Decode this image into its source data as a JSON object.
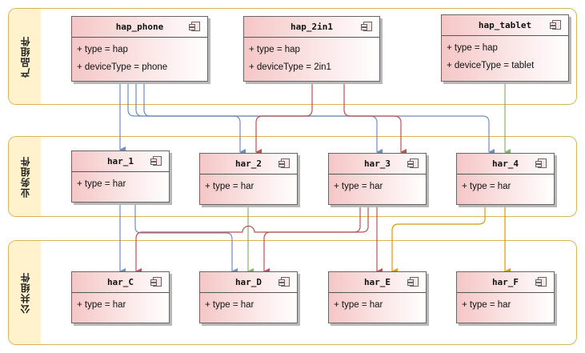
{
  "lanes": [
    {
      "id": "product",
      "title": "产品组件"
    },
    {
      "id": "business",
      "title": "业务组件"
    },
    {
      "id": "common",
      "title": "公共组件"
    }
  ],
  "components": {
    "hap_phone": {
      "name": "hap_phone",
      "attrs": [
        "+ type = hap",
        "+ deviceType = phone"
      ]
    },
    "hap_2in1": {
      "name": "hap_2in1",
      "attrs": [
        "+ type = hap",
        "+ deviceType = 2in1"
      ]
    },
    "hap_tablet": {
      "name": "hap_tablet",
      "attrs": [
        "+ type = hap",
        "+ deviceType = tablet"
      ]
    },
    "har_1": {
      "name": "har_1",
      "attrs": [
        "+ type = har"
      ]
    },
    "har_2": {
      "name": "har_2",
      "attrs": [
        "+ type = har"
      ]
    },
    "har_3": {
      "name": "har_3",
      "attrs": [
        "+ type = har"
      ]
    },
    "har_4": {
      "name": "har_4",
      "attrs": [
        "+ type = har"
      ]
    },
    "har_C": {
      "name": "har_C",
      "attrs": [
        "+ type = har"
      ]
    },
    "har_D": {
      "name": "har_D",
      "attrs": [
        "+ type = har"
      ]
    },
    "har_E": {
      "name": "har_E",
      "attrs": [
        "+ type = har"
      ]
    },
    "har_F": {
      "name": "har_F",
      "attrs": [
        "+ type = har"
      ]
    }
  },
  "dependencies": [
    {
      "from": "hap_phone",
      "to": "har_1",
      "color": "#6c8ebf"
    },
    {
      "from": "hap_phone",
      "to": "har_2",
      "color": "#6c8ebf"
    },
    {
      "from": "hap_phone",
      "to": "har_3",
      "color": "#6c8ebf"
    },
    {
      "from": "hap_phone",
      "to": "har_4",
      "color": "#6c8ebf"
    },
    {
      "from": "hap_2in1",
      "to": "har_2",
      "color": "#b85450"
    },
    {
      "from": "hap_2in1",
      "to": "har_3",
      "color": "#b85450"
    },
    {
      "from": "hap_tablet",
      "to": "har_4",
      "color": "#82b366"
    },
    {
      "from": "har_1",
      "to": "har_C",
      "color": "#6c8ebf"
    },
    {
      "from": "har_1",
      "to": "har_D",
      "color": "#6c8ebf"
    },
    {
      "from": "har_2",
      "to": "har_D",
      "color": "#82b366"
    },
    {
      "from": "har_3",
      "to": "har_C",
      "color": "#b85450"
    },
    {
      "from": "har_3",
      "to": "har_D",
      "color": "#b85450"
    },
    {
      "from": "har_3",
      "to": "har_E",
      "color": "#b85450"
    },
    {
      "from": "har_4",
      "to": "har_E",
      "color": "#d79b00"
    },
    {
      "from": "har_4",
      "to": "har_F",
      "color": "#d79b00"
    }
  ],
  "colors": {
    "lane_border": "#d6b656",
    "lane_header": "#fff2cc",
    "blue": "#6c8ebf",
    "red": "#b85450",
    "green": "#82b366",
    "orange": "#d79b00"
  }
}
